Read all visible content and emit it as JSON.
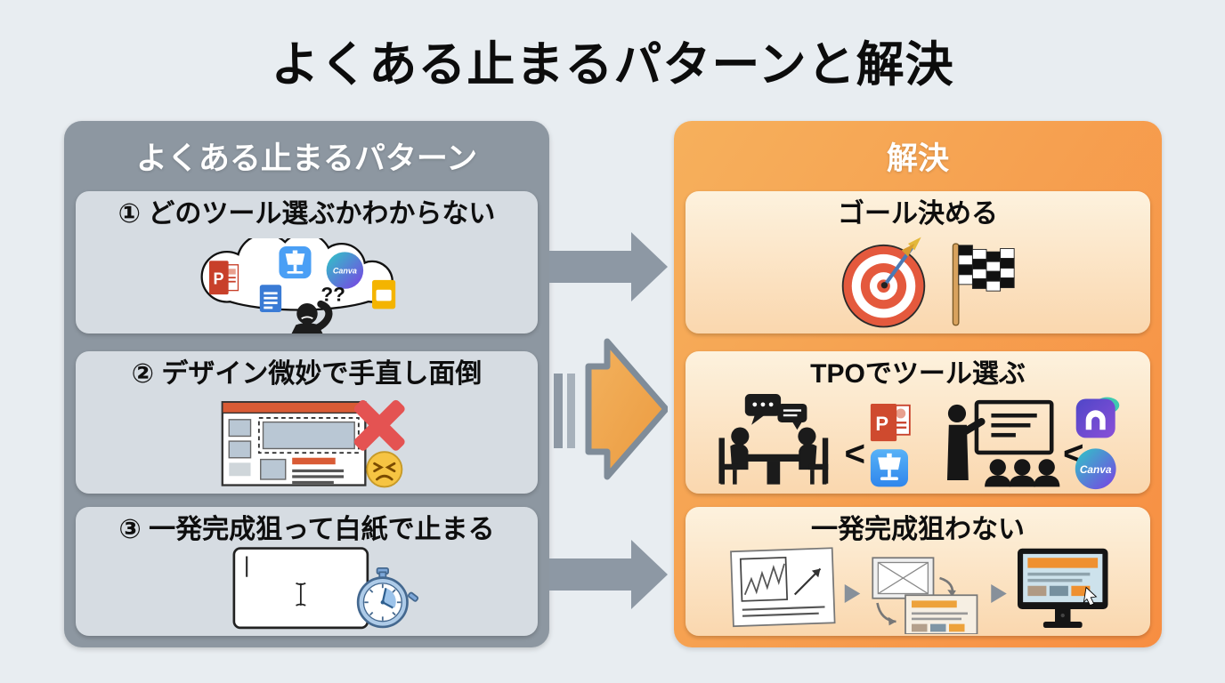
{
  "title": "よくある止まるパターンと解決",
  "left_column": {
    "header": "よくある止まるパターン",
    "items": [
      {
        "label": "① どのツール選ぶかわからない"
      },
      {
        "label": "② デザイン微妙で手直し面倒"
      },
      {
        "label": "③ 一発完成狙って白紙で止まる"
      }
    ]
  },
  "right_column": {
    "header": "解決",
    "items": [
      {
        "label": "ゴール決める"
      },
      {
        "label": "TPOでツール選ぶ"
      },
      {
        "label": "一発完成狙わない"
      }
    ]
  },
  "icon_text": {
    "question_marks": "??",
    "canva": "Canva",
    "powerpoint_letter": "P",
    "less_than": "<"
  },
  "colors": {
    "page_bg": "#e8edf1",
    "left_column_bg": "#8d97a1",
    "left_card_bg": "#d6dce2",
    "right_column_gradient_start": "#f6b05c",
    "right_column_gradient_end": "#f78e42",
    "right_card_gradient_start": "#fdf2de",
    "right_card_gradient_end": "#fad7ae",
    "arrow_gray": "#8d98a4",
    "big_arrow_fill": "#f0a64e",
    "big_arrow_outline": "#7f8c99"
  }
}
